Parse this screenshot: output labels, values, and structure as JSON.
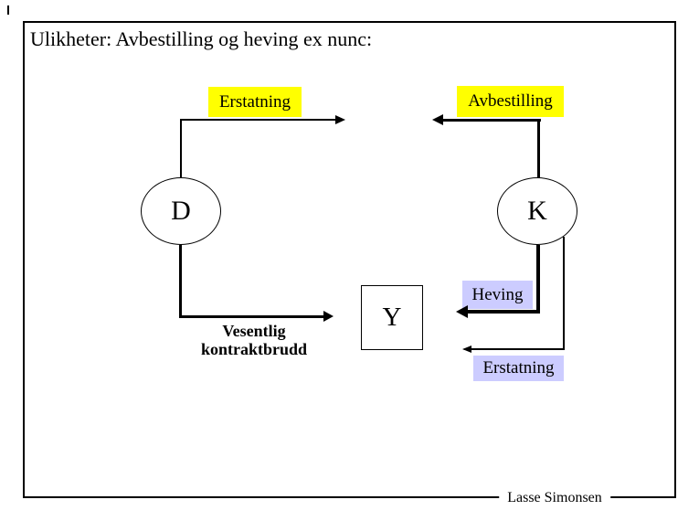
{
  "page": {
    "title": "Ulikheter: Avbestilling og heving ex nunc:",
    "footer_credit": "Lasse Simonsen"
  },
  "diagram": {
    "top_left_label": "Erstatning",
    "top_right_label": "Avbestilling",
    "node_left": "D",
    "node_right": "K",
    "result_box": "Y",
    "cause_line1": "Vesentlig",
    "cause_line2": "kontraktbrudd",
    "mid_right_label": "Heving",
    "bottom_right_label": "Erstatning"
  },
  "colors": {
    "highlight_yellow": "#ffff00",
    "highlight_lavender": "#ccccff",
    "line_black": "#000000",
    "background": "#ffffff"
  }
}
